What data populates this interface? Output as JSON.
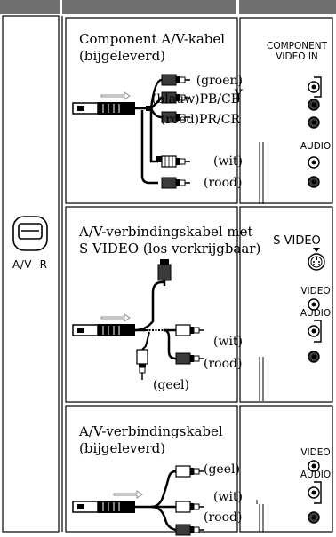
{
  "side": {
    "jack_label": "A/V  R"
  },
  "panel1": {
    "title_line1": "Component A/V-kabel",
    "title_line2": "(bijgeleverd)",
    "labels": {
      "green": "(groen) Y",
      "blue": "(blauw)PB/CB",
      "red": "(rood)PR/CR",
      "white": "(wit)",
      "red2": "(rood)"
    },
    "port_title_line1": "COMPONENT",
    "port_title_line2": "VIDEO IN",
    "audio": "AUDIO"
  },
  "panel2": {
    "title_line1": "A/V-verbindingskabel met",
    "title_line2": "S VIDEO (los verkrijgbaar)",
    "labels": {
      "white": "(wit)",
      "red": "(rood)",
      "yellow": "(geel)"
    },
    "svideo": "S VIDEO",
    "video": "VIDEO",
    "audio": "AUDIO"
  },
  "panel3": {
    "title_line1": "A/V-verbindingskabel",
    "title_line2": "(bijgeleverd)",
    "labels": {
      "yellow": "(geel)",
      "white": "(wit)",
      "red": "(rood)"
    },
    "video": "VIDEO",
    "audio": "AUDIO"
  },
  "colors": {
    "header": "#707070",
    "frame": "#000000",
    "gray": "#8c8c8c",
    "dark": "#3a3a3a"
  }
}
